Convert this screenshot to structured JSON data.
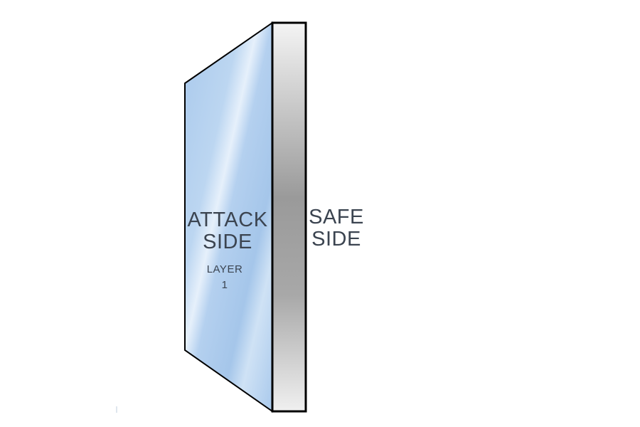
{
  "labels": {
    "attack_line1": "ATTACK",
    "attack_line2": "SIDE",
    "safe_line1": "SAFE",
    "safe_line2": "SIDE",
    "layer_line1": "LAYER",
    "layer_line2": "1"
  },
  "colors": {
    "glass_light": "#c4dcf2",
    "glass_mid": "#a9c9ec",
    "glass_highlight": "#e8f2fb",
    "frame_dark": "#9b9b9b",
    "frame_light": "#f2f2f2",
    "outline": "#000000",
    "text": "#3b4450"
  }
}
